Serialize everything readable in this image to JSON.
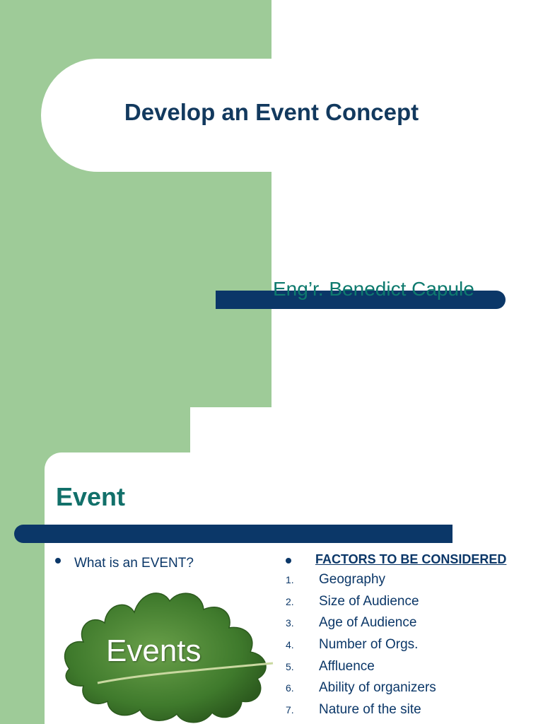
{
  "slide1": {
    "title": "Develop an Event Concept",
    "subtitle": "Eng’r. Benedict Capule"
  },
  "slide2": {
    "title": "Event",
    "left_bullet": "What is an EVENT?",
    "image_label": "Events",
    "factors_heading": "FACTORS TO BE CONSIDERED",
    "factors": [
      {
        "num": "1.",
        "text": "Geography"
      },
      {
        "num": "2.",
        "text": "Size of Audience"
      },
      {
        "num": "3.",
        "text": "Age of Audience"
      },
      {
        "num": "4.",
        "text": "Number of Orgs."
      },
      {
        "num": "5.",
        "text": "Affluence"
      },
      {
        "num": "6.",
        "text": "Ability of organizers"
      },
      {
        "num": "7.",
        "text": "Nature of the site"
      }
    ]
  },
  "colors": {
    "green_panel": "#9ecb98",
    "navy_bar": "#0b3768",
    "title_text": "#12395e",
    "teal_text": "#0e7a6e"
  }
}
